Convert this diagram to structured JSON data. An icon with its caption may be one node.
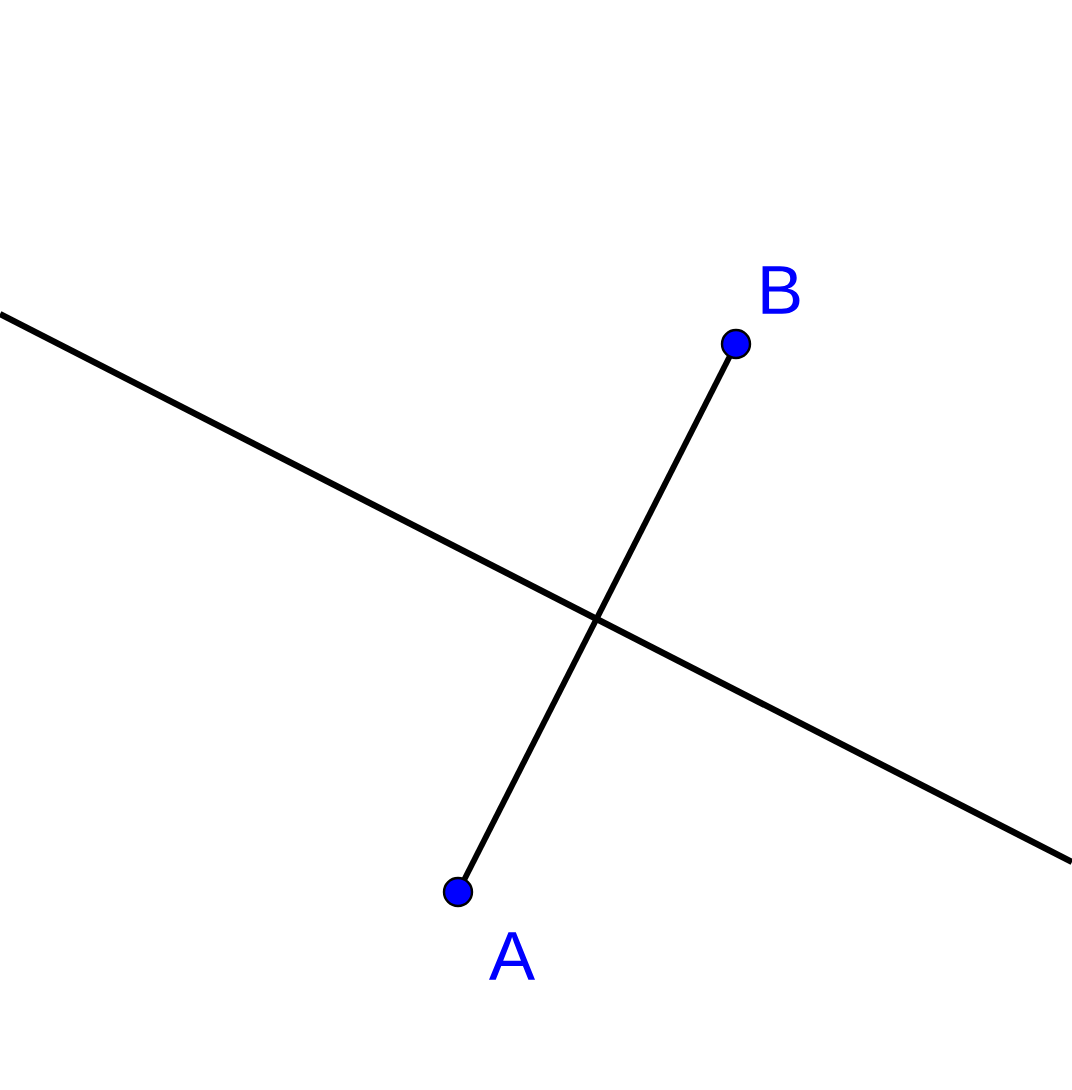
{
  "diagram": {
    "nodes": [
      {
        "text": [
          "A"
        ]
      },
      {
        "text": [
          "B"
        ]
      }
    ],
    "edges": [
      {
        "from": 0,
        "to": 1,
        "arrow": "none"
      }
    ]
  }
}
